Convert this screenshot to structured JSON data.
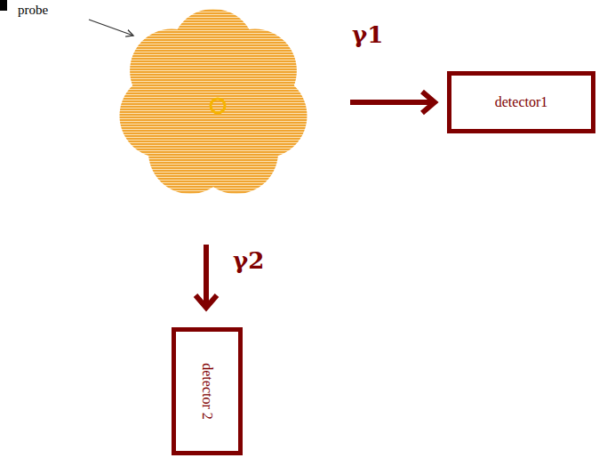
{
  "diagram": {
    "nodes": [
      {
        "text": [
          "probe"
        ]
      },
      {
        "text": [
          "detector1"
        ]
      },
      {
        "text": [
          "detector 2"
        ]
      }
    ],
    "edges": [
      {
        "from": 0,
        "to": 1,
        "arrow": "to",
        "label": "γ1"
      },
      {
        "from": 0,
        "to": 2,
        "arrow": "to",
        "label": "γ2"
      }
    ]
  }
}
